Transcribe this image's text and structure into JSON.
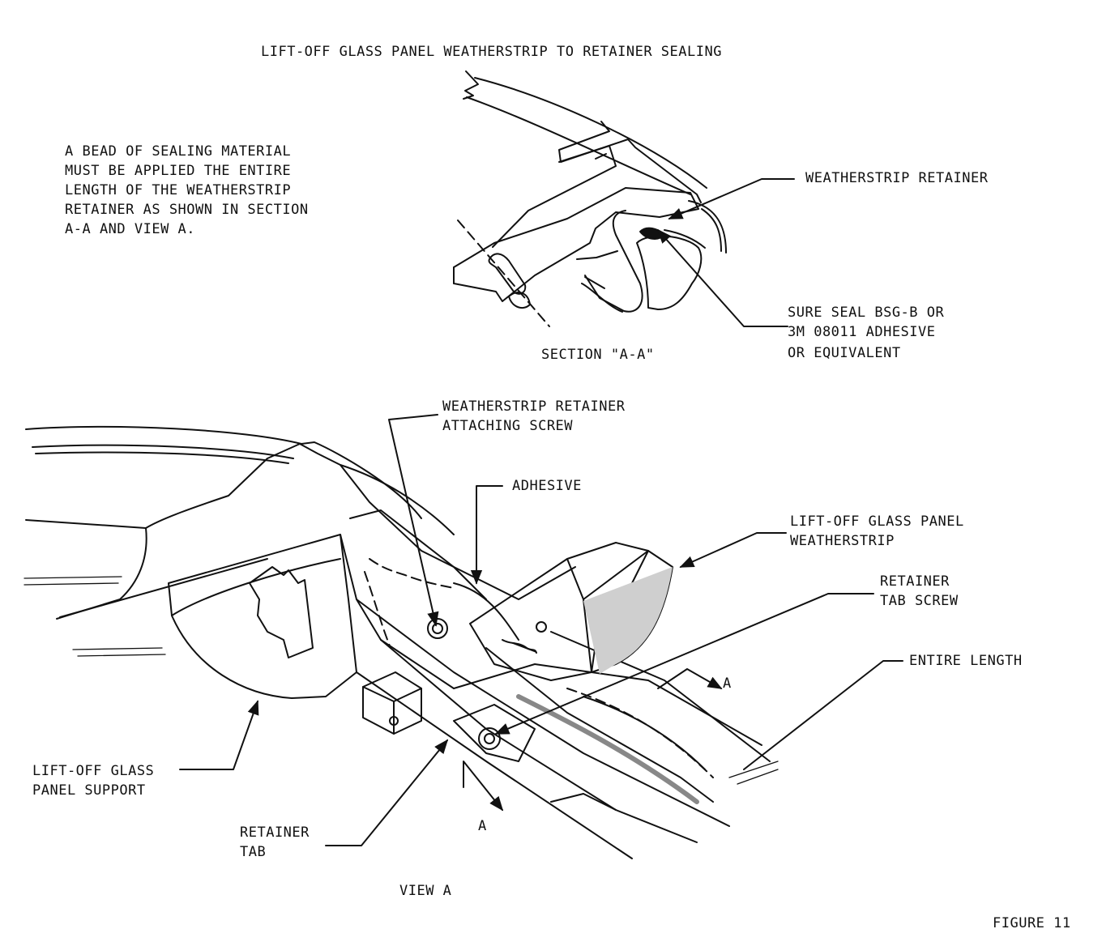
{
  "title": "LIFT-OFF GLASS PANEL WEATHERSTRIP TO RETAINER SEALING",
  "note": [
    "A BEAD OF SEALING MATERIAL",
    "MUST BE APPLIED THE ENTIRE",
    "LENGTH OF THE WEATHERSTRIP",
    "RETAINER AS SHOWN IN SECTION",
    "A-A AND VIEW A."
  ],
  "section": {
    "caption": "SECTION \"A-A\"",
    "labels": {
      "weatherstrip_retainer": "WEATHERSTRIP RETAINER",
      "sealer": [
        "SURE SEAL BSG-B OR",
        "3M 08011 ADHESIVE",
        "OR EQUIVALENT"
      ]
    }
  },
  "view": {
    "caption": "VIEW A",
    "labels": {
      "attaching_screw": [
        "WEATHERSTRIP RETAINER",
        "ATTACHING SCREW"
      ],
      "adhesive": "ADHESIVE",
      "weatherstrip": [
        "LIFT-OFF GLASS PANEL",
        "WEATHERSTRIP"
      ],
      "tab_screw": [
        "RETAINER",
        "TAB SCREW"
      ],
      "entire_length": "ENTIRE LENGTH",
      "support": [
        "LIFT-OFF GLASS",
        "PANEL SUPPORT"
      ],
      "retainer_tab": [
        "RETAINER",
        "TAB"
      ],
      "section_marker_upper": "A",
      "section_marker_lower": "A"
    }
  },
  "figure": "FIGURE 11"
}
